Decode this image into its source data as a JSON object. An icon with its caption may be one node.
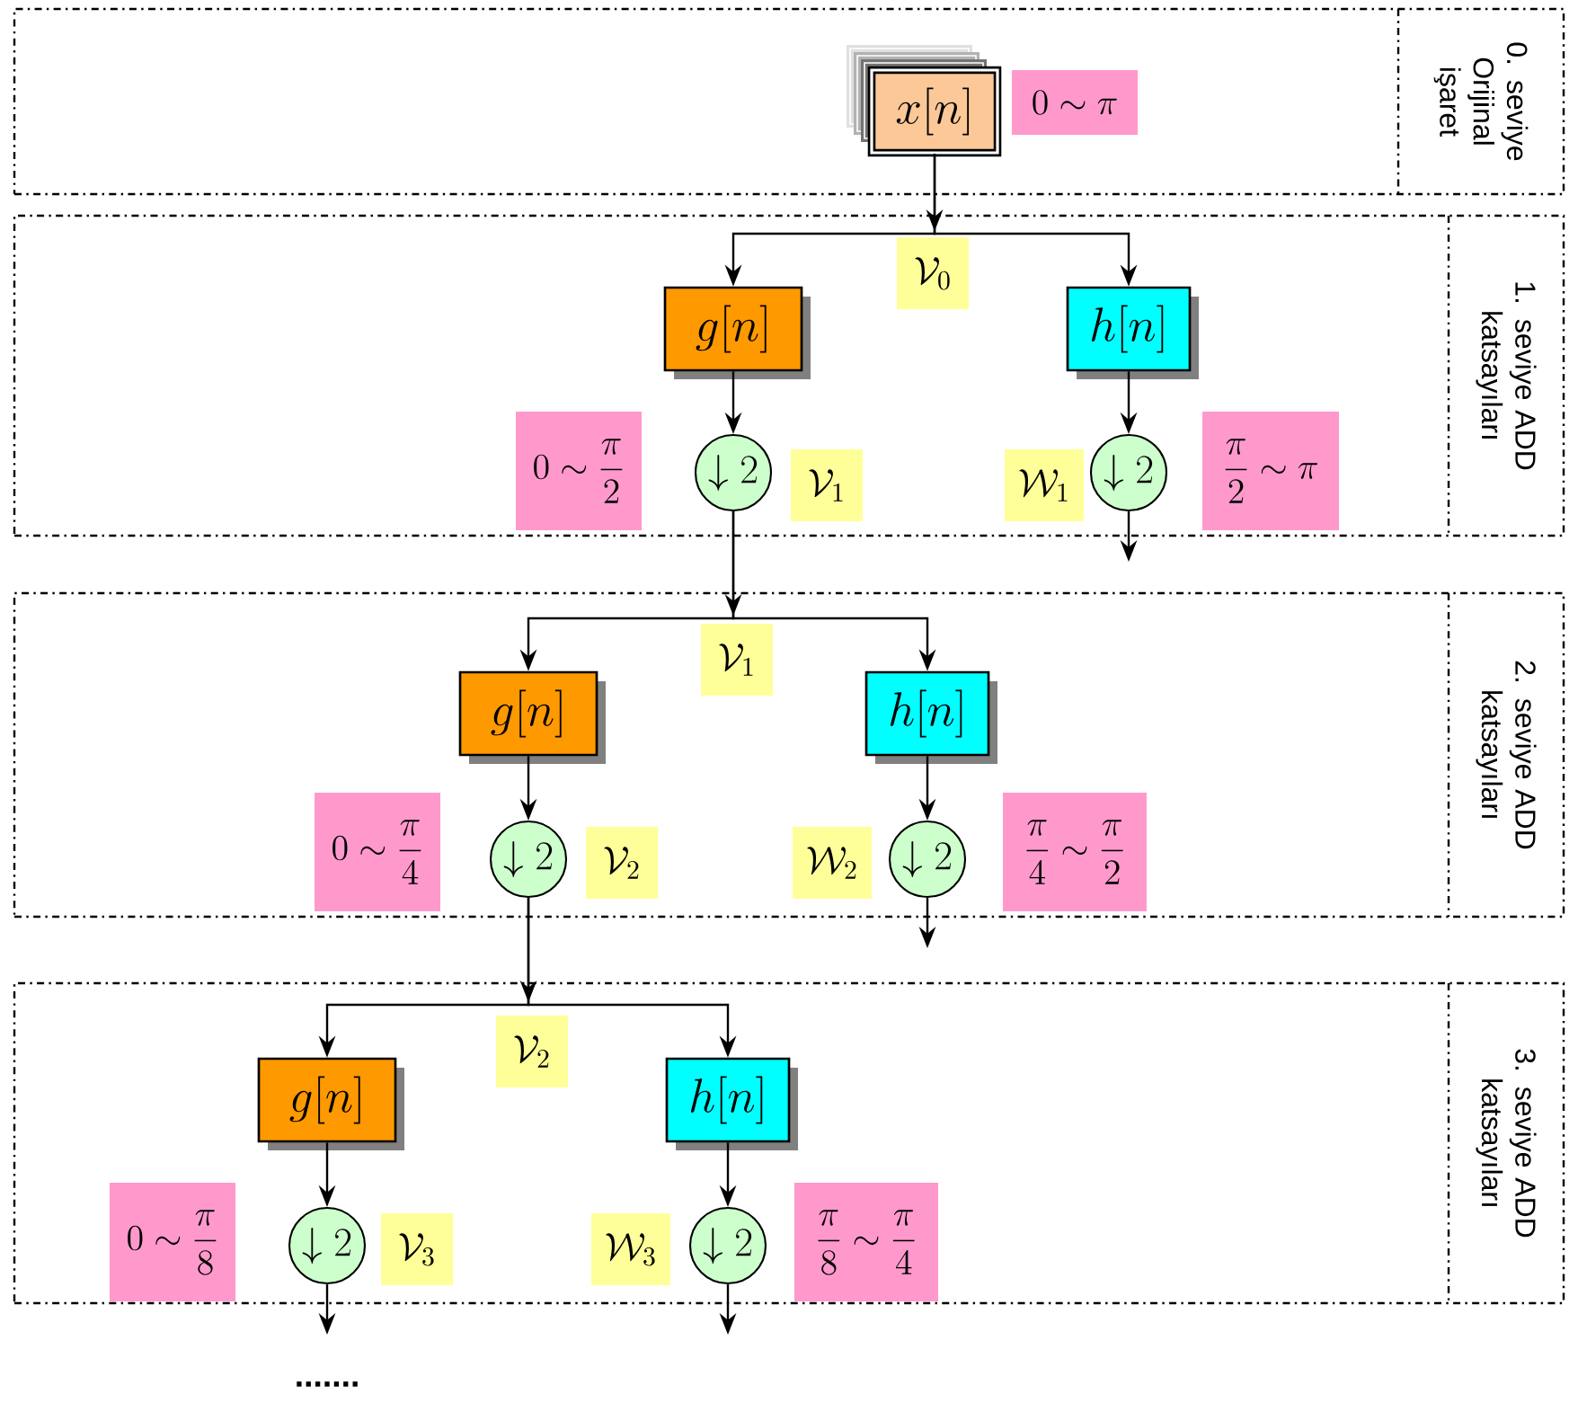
{
  "diagram": {
    "nodes": [
      {
        "text": [
          "0. seviye Orijinal işaret"
        ]
      },
      {
        "text": [
          "x[n]"
        ],
        "in": 0
      },
      {
        "text": [
          "0 \\sim \\pi"
        ],
        "in": 0
      },
      {
        "text": [
          "1. seviye ADD katsayıları"
        ]
      },
      {
        "text": [
          "\\mathcal{V}_0"
        ],
        "in": 3
      },
      {
        "text": [
          "g[n]"
        ],
        "in": 3
      },
      {
        "text": [
          "h[n]"
        ],
        "in": 3
      },
      {
        "text": [
          "0 \\sim \\frac{\\pi}{2}"
        ],
        "in": 3
      },
      {
        "text": [
          "\\downarrow 2"
        ],
        "in": 3
      },
      {
        "text": [
          "\\mathcal{V}_1"
        ],
        "in": 3
      },
      {
        "text": [
          "\\mathcal{W}_1"
        ],
        "in": 3
      },
      {
        "text": [
          "\\downarrow 2"
        ],
        "in": 3
      },
      {
        "text": [
          "\\frac{\\pi}{2} \\sim \\pi"
        ],
        "in": 3
      },
      {
        "text": [
          "2. seviye ADD katsayıları"
        ]
      },
      {
        "text": [
          "\\mathcal{V}_1"
        ],
        "in": 13
      },
      {
        "text": [
          "g[n]"
        ],
        "in": 13
      },
      {
        "text": [
          "h[n]"
        ],
        "in": 13
      },
      {
        "text": [
          "0 \\sim \\frac{\\pi}{4}"
        ],
        "in": 13
      },
      {
        "text": [
          "\\downarrow 2"
        ],
        "in": 13
      },
      {
        "text": [
          "\\mathcal{V}_2"
        ],
        "in": 13
      },
      {
        "text": [
          "\\mathcal{W}_2"
        ],
        "in": 13
      },
      {
        "text": [
          "\\downarrow 2"
        ],
        "in": 13
      },
      {
        "text": [
          "\\frac{\\pi}{4} \\sim \\frac{\\pi}{2}"
        ],
        "in": 13
      },
      {
        "text": [
          "3. seviye ADD katsayıları"
        ]
      },
      {
        "text": [
          "\\mathcal{V}_2"
        ],
        "in": 23
      },
      {
        "text": [
          "g[n]"
        ],
        "in": 23
      },
      {
        "text": [
          "h[n]"
        ],
        "in": 23
      },
      {
        "text": [
          "0 \\sim \\frac{\\pi}{8}"
        ],
        "in": 23
      },
      {
        "text": [
          "\\downarrow 2"
        ],
        "in": 23
      },
      {
        "text": [
          "\\mathcal{V}_3"
        ],
        "in": 23
      },
      {
        "text": [
          "\\mathcal{W}_3"
        ],
        "in": 23
      },
      {
        "text": [
          "\\downarrow 2"
        ],
        "in": 23
      },
      {
        "text": [
          "\\frac{\\pi}{8} \\sim \\frac{\\pi}{4}"
        ],
        "in": 23
      }
    ],
    "edges": [
      {
        "from": 1,
        "to": 5,
        "arrow": "to"
      },
      {
        "from": 1,
        "to": 6,
        "arrow": "to"
      },
      {
        "from": 5,
        "to": 8,
        "arrow": "to"
      },
      {
        "from": 6,
        "to": 11,
        "arrow": "to"
      },
      {
        "from": 11,
        "to": null,
        "arrow": "to"
      },
      {
        "from": 8,
        "to": 15,
        "arrow": "to"
      },
      {
        "from": 8,
        "to": 16,
        "arrow": "to"
      },
      {
        "from": 15,
        "to": 18,
        "arrow": "to"
      },
      {
        "from": 16,
        "to": 21,
        "arrow": "to"
      },
      {
        "from": 21,
        "to": null,
        "arrow": "to"
      },
      {
        "from": 18,
        "to": 25,
        "arrow": "to"
      },
      {
        "from": 18,
        "to": 26,
        "arrow": "to"
      },
      {
        "from": 25,
        "to": 28,
        "arrow": "to"
      },
      {
        "from": 26,
        "to": 31,
        "arrow": "to"
      },
      {
        "from": 28,
        "to": null,
        "arrow": "to"
      },
      {
        "from": 31,
        "to": null,
        "arrow": "to"
      }
    ],
    "labels": [
      "......."
    ]
  }
}
